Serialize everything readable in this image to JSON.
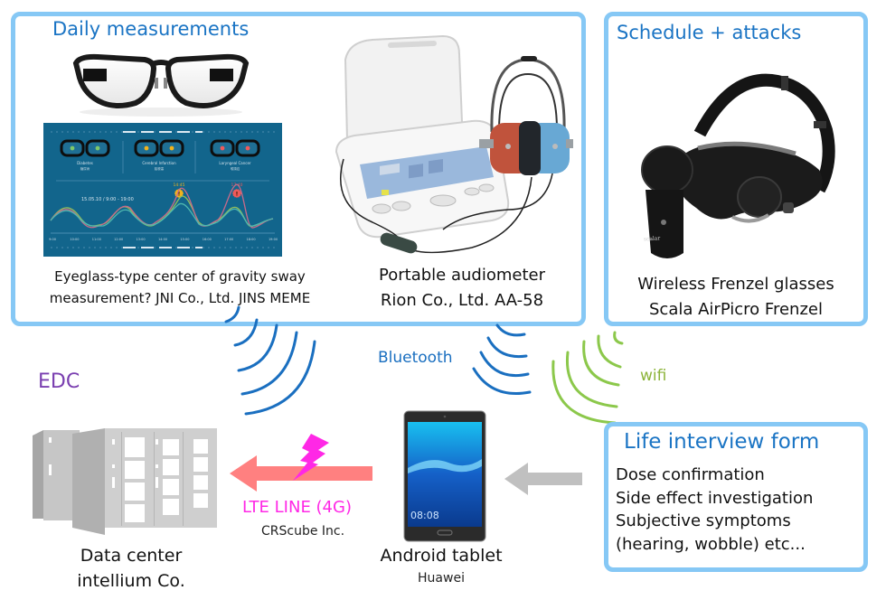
{
  "colors": {
    "box_border": "#86c8f5",
    "heading_blue": "#1a74c4",
    "bluetooth_wave": "#1a6fc0",
    "wifi_wave": "#8cc84b",
    "lte_arrow": "#ff8080",
    "lte_text": "#ff28e6",
    "edc_text": "#7a3fb0",
    "input_arrow": "#c0c0c0"
  },
  "daily_box": {
    "title": "Daily measurements",
    "jins": {
      "icon": "smart-glasses-icon",
      "screen": {
        "panels": [
          {
            "label": "Diabetes",
            "sub": "糖尿病",
            "eye_color": "#7fc86a"
          },
          {
            "label": "Cerebral Infarction",
            "sub": "脳梗塞",
            "eye_color": "#f2b31c"
          },
          {
            "label": "Laryngeal Cancer",
            "sub": "喉頭癌",
            "eye_color": "#f05a5a"
          }
        ],
        "date_range": "15.05.10 / 9:00 - 19:00",
        "alerts": [
          {
            "time": "14:45",
            "color": "#f2b31c"
          },
          {
            "time": "17:40",
            "color": "#f05a5a"
          }
        ],
        "x_ticks": [
          "9:00",
          "10:00",
          "11:00",
          "12:00",
          "13:00",
          "14:00",
          "15:00",
          "16:00",
          "17:00",
          "18:00",
          "19:00"
        ]
      },
      "caption_line1": "Eyeglass-type  center of gravity sway",
      "caption_line2": "measurement?  JNI Co., Ltd. JINS MEME"
    },
    "audiometer": {
      "icon": "audiometer-icon",
      "caption_line1": "Portable audiometer",
      "caption_line2": "Rion Co., Ltd. AA-58"
    }
  },
  "schedule_box": {
    "title": "Schedule + attacks",
    "device_icon": "frenzel-goggles-icon",
    "device_brand": "scalar",
    "caption_line1": "Wireless Frenzel glasses",
    "caption_line2": "Scala AirPicro Frenzel"
  },
  "connections": {
    "bluetooth_label": "Bluetooth",
    "wifi_label": "wifi",
    "lte_label": "LTE LINE (4G)",
    "lte_provider": "CRScube Inc."
  },
  "edc": {
    "label": "EDC",
    "icon": "server-racks-icon",
    "caption_line1": "Data center",
    "caption_line2": "intellium Co."
  },
  "tablet": {
    "icon": "android-tablet-icon",
    "clock": "08:08",
    "caption": "Android tablet",
    "brand": "Huawei"
  },
  "interview_box": {
    "title": "Life interview form",
    "items": [
      "Dose confirmation",
      "Side effect investigation",
      "Subjective symptoms",
      "(hearing, wobble) etc..."
    ]
  }
}
